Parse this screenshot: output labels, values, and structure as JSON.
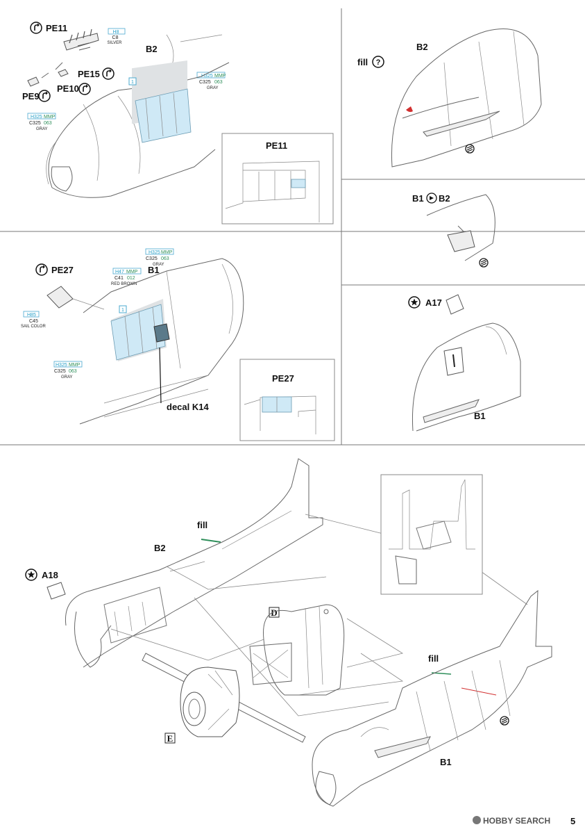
{
  "labels": {
    "pe11": "PE11",
    "pe11_inset": "PE11",
    "pe15": "PE15",
    "pe10": "PE10",
    "pe9": "PE9",
    "b2_top": "B2",
    "b2_right": "B2",
    "fill_right": "fill",
    "b1b2_b1": "B1",
    "b1b2_b2": "B2",
    "a17": "A17",
    "b1_a17": "B1",
    "pe27": "PE27",
    "pe27_inset": "PE27",
    "b1_mid": "B1",
    "decal": "decal K14",
    "fill_b2": "fill",
    "b2_bottom": "B2",
    "a18": "A18",
    "d_label": "D",
    "e_label": "E",
    "fill_b1": "fill",
    "b1_bottom": "B1",
    "glass_num_top": "1",
    "glass_num_mid": "1",
    "page_number": "5"
  },
  "color_callouts": {
    "silver": {
      "h": "H8",
      "c": "C8",
      "name": "SILVER"
    },
    "gray_a": {
      "h": "H325",
      "mmp": "MMP",
      "c": "C325",
      "mmp_code": "063",
      "name": "GRAY"
    },
    "gray_b": {
      "h": "H325",
      "mmp": "MMP",
      "c": "C325",
      "mmp_code": "063",
      "name": "GRAY"
    },
    "gray_c": {
      "h": "H325",
      "mmp": "MMP",
      "c": "C325",
      "mmp_code": "063",
      "name": "GRAY"
    },
    "gray_d": {
      "h": "H325",
      "mmp": "MMP",
      "c": "C325",
      "mmp_code": "063",
      "name": "GRAY"
    },
    "red_brown": {
      "h": "H47",
      "mmp": "MMP",
      "c": "C41",
      "mmp_code": "012",
      "name": "RED BROWN"
    },
    "sail": {
      "h": "H85",
      "c": "C45",
      "name": "SAIL COLOR"
    }
  },
  "symbols": {
    "bend": "bend-arrow-icon",
    "question": "question-icon",
    "remove": "remove-part-icon",
    "option": "option-star-icon"
  },
  "watermark": {
    "brand": "HOBBY SEARCH"
  },
  "colors": {
    "accent_blue": "#29a0c8",
    "accent_green": "#2e8f5a",
    "glass": "#cfe9f6",
    "fill_red": "#d23030"
  }
}
